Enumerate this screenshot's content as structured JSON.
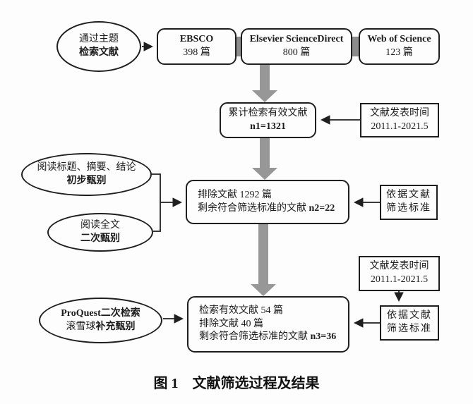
{
  "colors": {
    "line_black": "#1f1f1f",
    "arrow_gray": "#979797",
    "plus_gray": "#8c8c8c",
    "background": "#fdfdfd"
  },
  "nodes": {
    "start": {
      "line1": "通过主题",
      "line2": "检索文献"
    },
    "ebsco": {
      "name": "EBSCO",
      "count": "398 篇"
    },
    "elsevier": {
      "name": "Elsevier ScienceDirect",
      "count": "800 篇"
    },
    "wos": {
      "name": "Web of Science",
      "count": "123 篇"
    },
    "stage1": {
      "line1": "累计检索有效文献",
      "line2": "n1=1321"
    },
    "time_filter_top": {
      "line1": "文献发表时间",
      "line2": "2011.1-2021.5"
    },
    "screen_first": {
      "line1": "阅读标题、摘要、结论",
      "line2": "初步甄别"
    },
    "screen_second": {
      "line1": "阅读全文",
      "line2": "二次甄别"
    },
    "stage2": {
      "line1": "排除文献 1292 篇",
      "line2_text": "剩余符合筛选标准的文献 ",
      "line2_value": "n2=22"
    },
    "criteria_mid": {
      "line1": "依据文献",
      "line2": "筛选标准"
    },
    "supplement": {
      "line1": "ProQuest二次检索",
      "line2_text": "滚雪球",
      "line2_bold": "补充甄别"
    },
    "stage3": {
      "line1": "检索有效文献 54 篇",
      "line2": "排除文献 40 篇",
      "line3_text": "剩余符合筛选标准的文献 ",
      "line3_value": "n3=36"
    },
    "time_filter_bottom": {
      "line1": "文献发表时间",
      "line2": "2011.1-2021.5"
    },
    "criteria_bottom": {
      "line1": "依据文献",
      "line2": "筛选标准"
    }
  },
  "caption": {
    "label": "图 1",
    "title": "文献筛选过程及结果"
  }
}
